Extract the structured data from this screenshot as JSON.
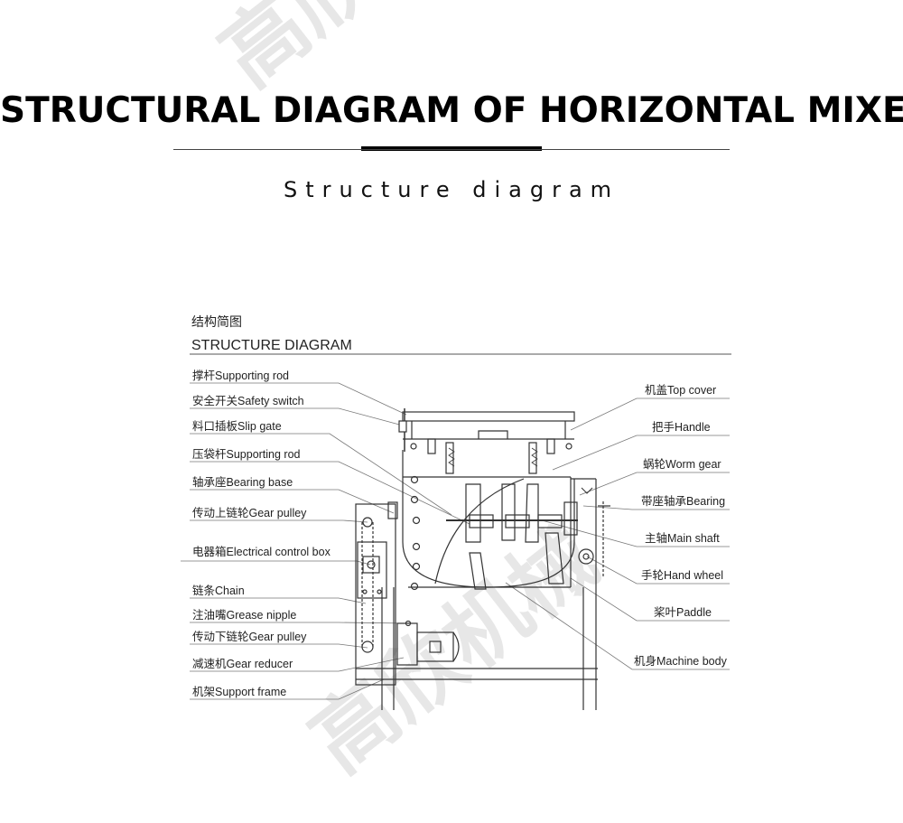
{
  "page": {
    "title": "STRUCTURAL DIAGRAM OF HORIZONTAL MIXER",
    "subtitle": "Structure diagram"
  },
  "diagram": {
    "header_cn": "结构简图",
    "header_en": "STRUCTURE DIAGRAM",
    "watermark": "高欣机械",
    "labels_left": [
      "撑杆Supporting rod",
      "安全开关Safety switch",
      "料口插板Slip gate",
      "压袋杆Supporting rod",
      "轴承座Bearing base",
      "传动上链轮Gear pulley",
      "电器箱Electrical control box",
      "链条Chain",
      "注油嘴Grease nipple",
      "传动下链轮Gear pulley",
      "减速机Gear reducer",
      "机架Support frame"
    ],
    "labels_right": [
      "机盖Top cover",
      "把手Handle",
      "蜗轮Worm gear",
      "带座轴承Bearing",
      "主轴Main shaft",
      "手轮Hand wheel",
      "桨叶Paddle",
      "机身Machine body"
    ]
  }
}
